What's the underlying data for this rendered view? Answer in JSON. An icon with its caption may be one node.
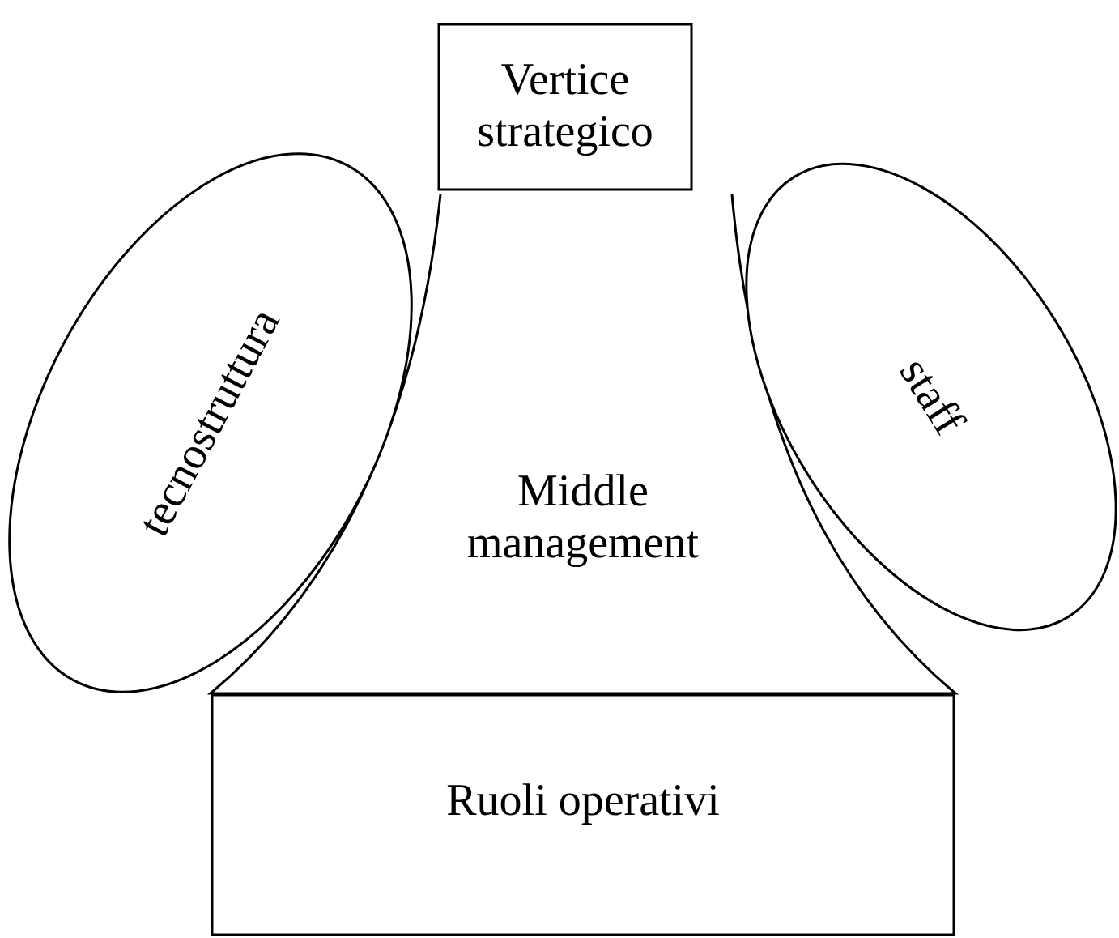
{
  "diagram": {
    "nodes": [
      {
        "text": [
          "Vertice strategico"
        ]
      },
      {
        "text": [
          "tecnostruttura"
        ]
      },
      {
        "text": [
          "staff"
        ]
      },
      {
        "text": [
          "Middle management"
        ]
      },
      {
        "text": [
          "Ruoli operativi"
        ]
      }
    ]
  }
}
